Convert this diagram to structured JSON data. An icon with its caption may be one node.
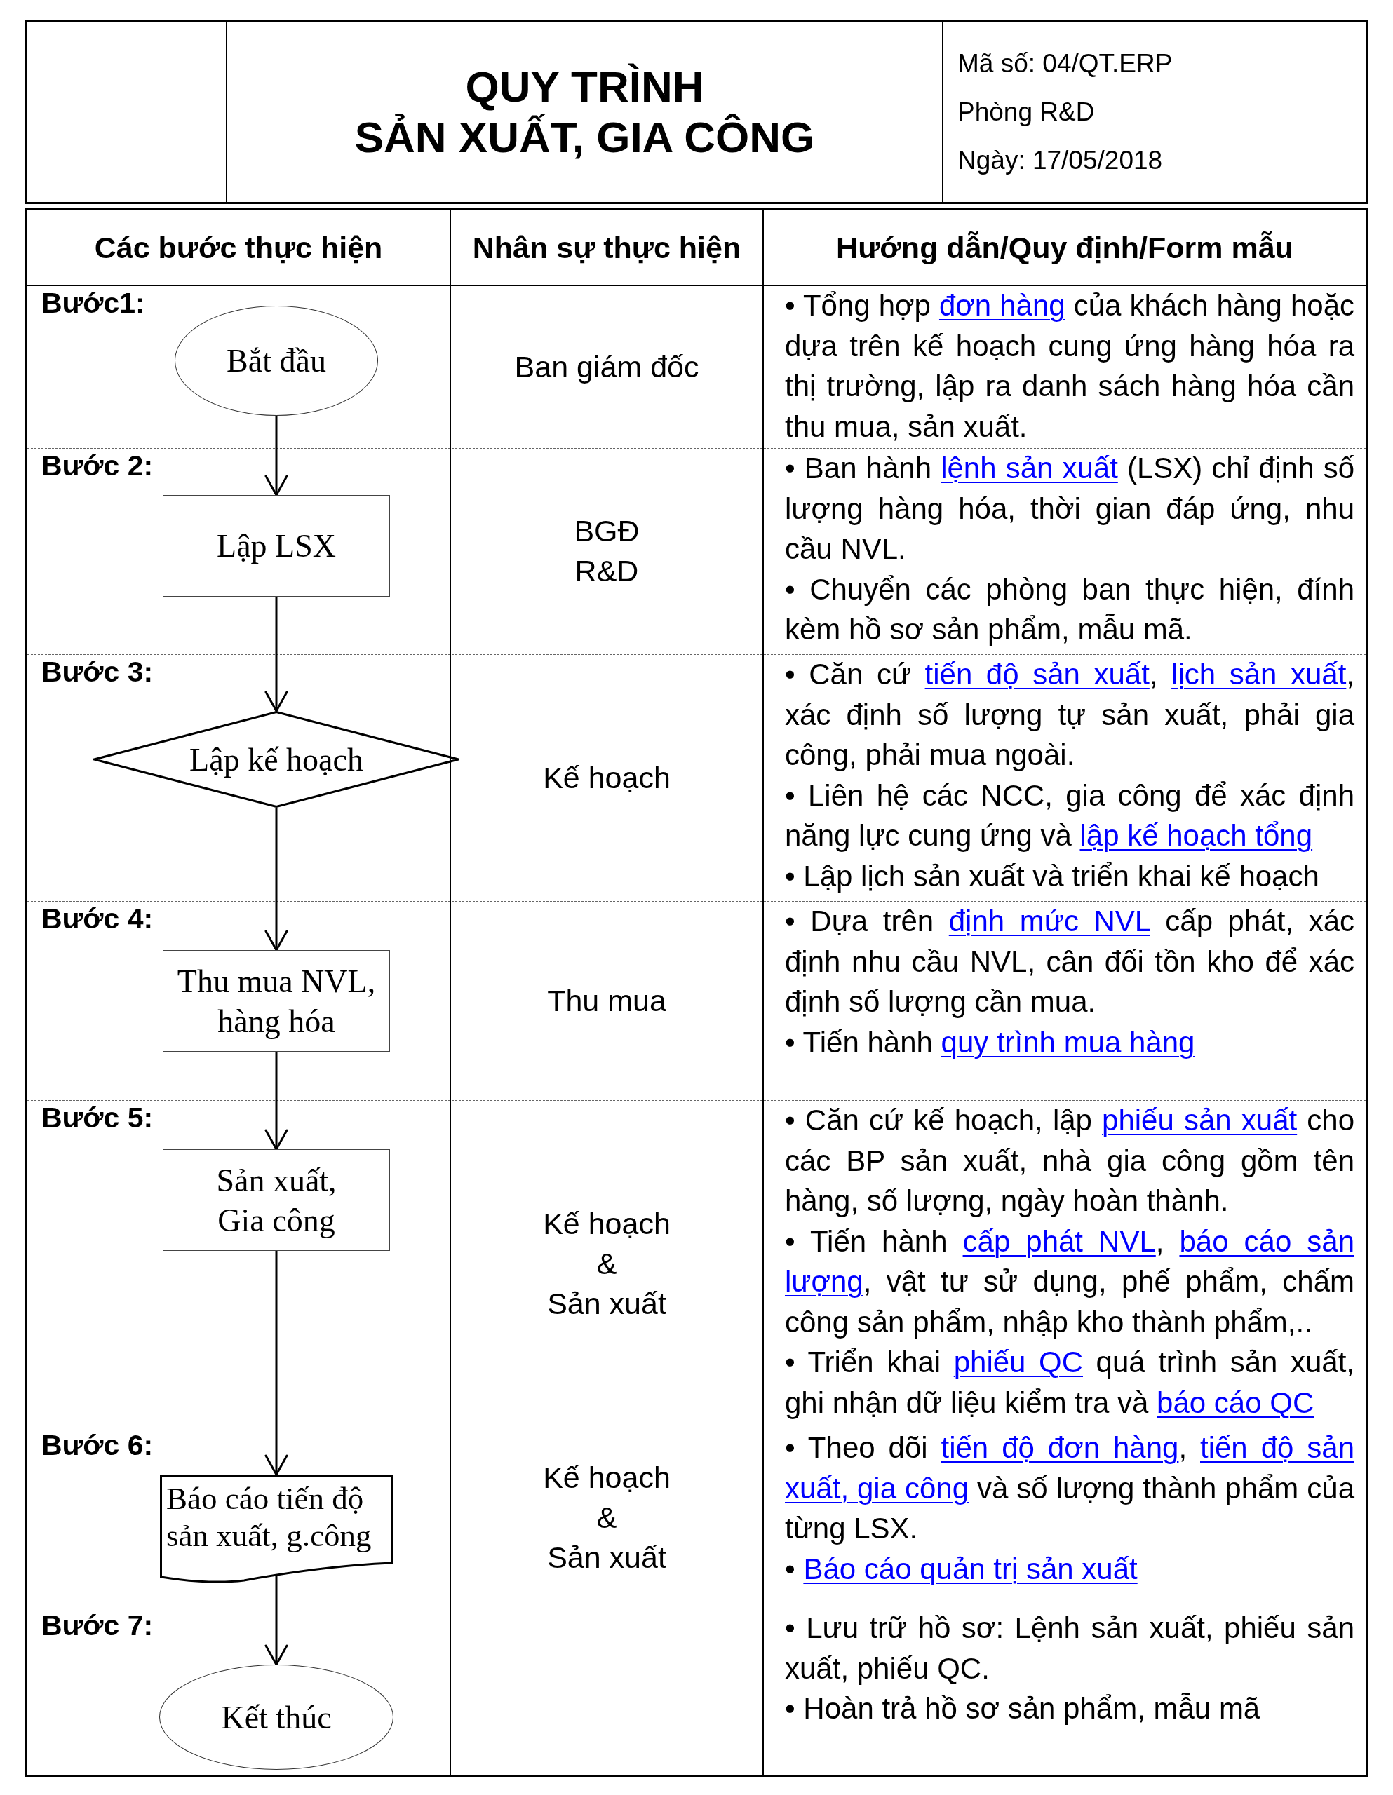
{
  "diagram": {
    "title": "QUY TRÌNH SẢN XUẤT, GIA CÔNG",
    "nodes": [
      {
        "text": [
          "Bắt đầu"
        ]
      },
      {
        "text": [
          "Lập LSX"
        ]
      },
      {
        "text": [
          "Lập kế hoạch"
        ]
      },
      {
        "text": [
          "Thu mua NVL, hàng hóa"
        ]
      },
      {
        "text": [
          "Sản xuất, Gia công"
        ]
      },
      {
        "text": [
          "Báo cáo tiến độ sản xuất, g.công"
        ]
      },
      {
        "text": [
          "Kết thúc"
        ]
      }
    ],
    "edges": [
      {
        "from": 0,
        "to": 1,
        "arrow": "to"
      },
      {
        "from": 1,
        "to": 2,
        "arrow": "to"
      },
      {
        "from": 2,
        "to": 3,
        "arrow": "to"
      },
      {
        "from": 3,
        "to": 4,
        "arrow": "to"
      },
      {
        "from": 4,
        "to": 5,
        "arrow": "to"
      },
      {
        "from": 5,
        "to": 6,
        "arrow": "to"
      }
    ],
    "labels": [
      "Mã số: 04/QT.ERP",
      "Phòng R&D",
      "Ngày: 17/05/2018",
      "Các bước thực hiện",
      "Nhân sự thực hiện",
      "Hướng dẫn/Quy định/Form mẫu",
      "Bước1:",
      "Ban giám đốc",
      "• Tổng hợp đơn hàng của khách hàng hoặc dựa trên kế hoạch cung ứng hàng hóa ra thị trường, lập ra danh sách hàng hóa cần thu mua, sản xuất.",
      "Bước 2:",
      "BGĐ R&D",
      "• Ban hành lệnh sản xuất (LSX) chỉ định số lượng hàng hóa, thời gian đáp ứng, nhu cầu NVL.",
      "• Chuyển các phòng ban thực hiện, đính kèm hồ sơ sản phẩm, mẫu mã.",
      "Bước 3:",
      "Kế hoạch",
      "• Căn cứ tiến độ sản xuất, lịch sản xuất, xác định số lượng tự sản xuất, phải gia công, phải mua ngoài.",
      "• Liên hệ các NCC, gia công để xác định năng lực cung ứng và lập kế hoạch tổng",
      "• Lập lịch sản xuất và triển khai kế hoạch",
      "Bước 4:",
      "Thu mua",
      "• Dựa trên định mức NVL cấp phát, xác định nhu cầu NVL, cân đối tồn kho để xác định số lượng cần mua.",
      "• Tiến hành quy trình mua hàng",
      "Bước 5:",
      "Kế hoạch & Sản xuất",
      "• Căn cứ kế hoạch, lập phiếu sản xuất cho các BP sản xuất, nhà gia công gồm tên hàng, số lượng, ngày hoàn thành.",
      "• Tiến hành cấp phát NVL, báo cáo sản lượng, vật tư sử dụng, phế phẩm, chấm công sản phẩm, nhập kho thành phẩm,..",
      "• Triển khai phiếu QC quá trình sản xuất, ghi nhận dữ liệu kiểm tra và báo cáo QC",
      "Bước 6:",
      "Kế hoạch & Sản xuất",
      "• Theo dõi tiến độ đơn hàng, tiến độ sản xuất, gia công và số lượng thành phẩm của từng LSX.",
      "• Báo cáo quản trị sản xuất",
      "Bước 7:",
      "• Lưu trữ hồ sơ: Lệnh sản xuất, phiếu sản xuất, phiếu QC.",
      "• Hoàn trả hồ sơ sản phẩm, mẫu mã"
    ]
  }
}
